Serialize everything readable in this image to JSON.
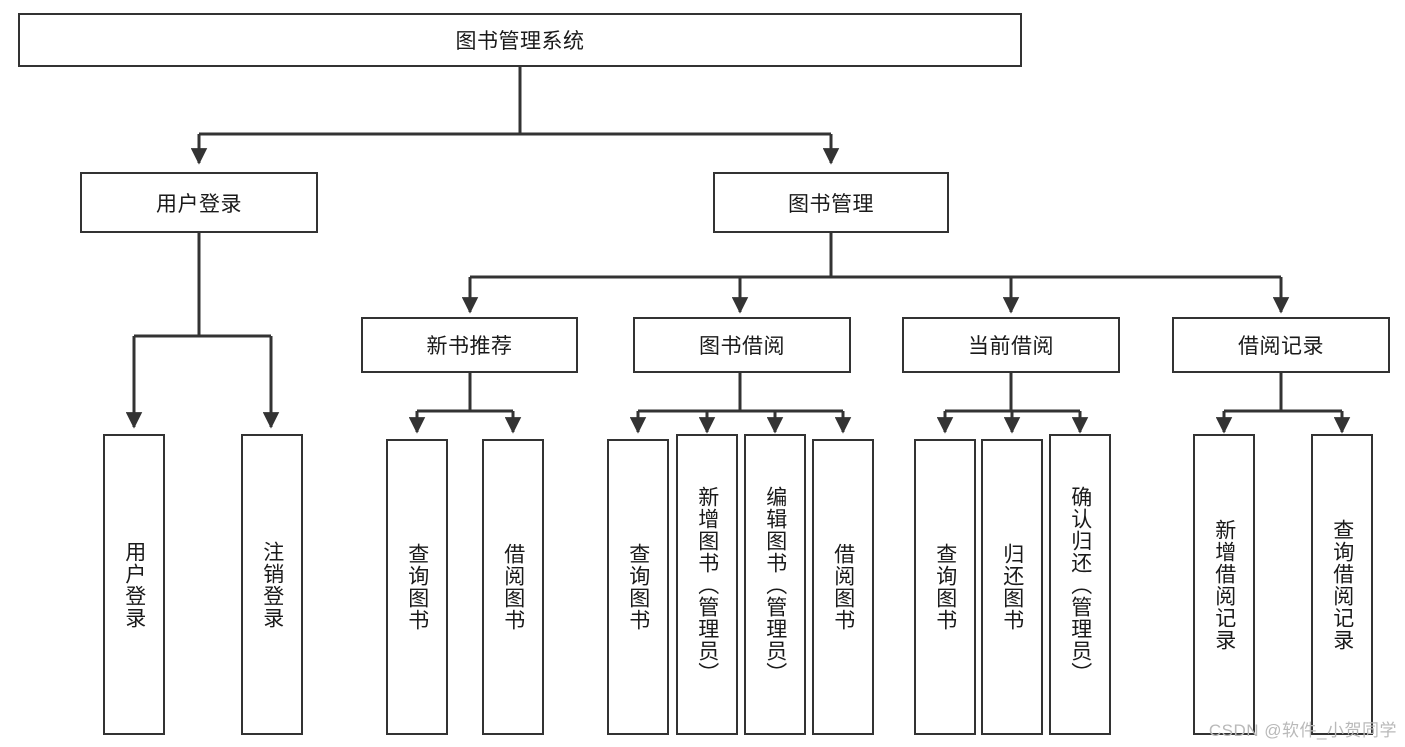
{
  "diagram": {
    "type": "hierarchy-tree",
    "title": "图书管理系统",
    "colors": {
      "box_border": "#333333",
      "box_fill": "#ffffff",
      "edge": "#333333",
      "text": "#1a1a1a",
      "watermark": "#b9b9b9"
    },
    "nodes": {
      "root": {
        "label": "图书管理系统"
      },
      "level2": [
        {
          "id": "user-login",
          "label": "用户登录"
        },
        {
          "id": "book-management",
          "label": "图书管理"
        }
      ],
      "level3": [
        {
          "id": "new-book-recommend",
          "label": "新书推荐"
        },
        {
          "id": "book-borrow",
          "label": "图书借阅"
        },
        {
          "id": "current-borrow",
          "label": "当前借阅"
        },
        {
          "id": "borrow-record",
          "label": "借阅记录"
        }
      ],
      "leaves": {
        "user_login": [
          {
            "id": "leaf-user-login",
            "label": "用户登录"
          },
          {
            "id": "leaf-logout-login",
            "label": "注销登录"
          }
        ],
        "new_book_recommend": [
          {
            "id": "leaf-query-book-1",
            "label": "查询图书"
          },
          {
            "id": "leaf-borrow-book-1",
            "label": "借阅图书"
          }
        ],
        "book_borrow": [
          {
            "id": "leaf-query-book-2",
            "label": "查询图书"
          },
          {
            "id": "leaf-add-book",
            "label": "新增图书（管理员）"
          },
          {
            "id": "leaf-edit-book",
            "label": "编辑图书（管理员）"
          },
          {
            "id": "leaf-borrow-book-2",
            "label": "借阅图书"
          }
        ],
        "current_borrow": [
          {
            "id": "leaf-query-book-3",
            "label": "查询图书"
          },
          {
            "id": "leaf-return-book",
            "label": "归还图书"
          },
          {
            "id": "leaf-confirm-return",
            "label": "确认归还（管理员）"
          }
        ],
        "borrow_record": [
          {
            "id": "leaf-add-record",
            "label": "新增借阅记录"
          },
          {
            "id": "leaf-query-record",
            "label": "查询借阅记录"
          }
        ]
      }
    },
    "watermark": "CSDN @软件_小贺同学"
  }
}
